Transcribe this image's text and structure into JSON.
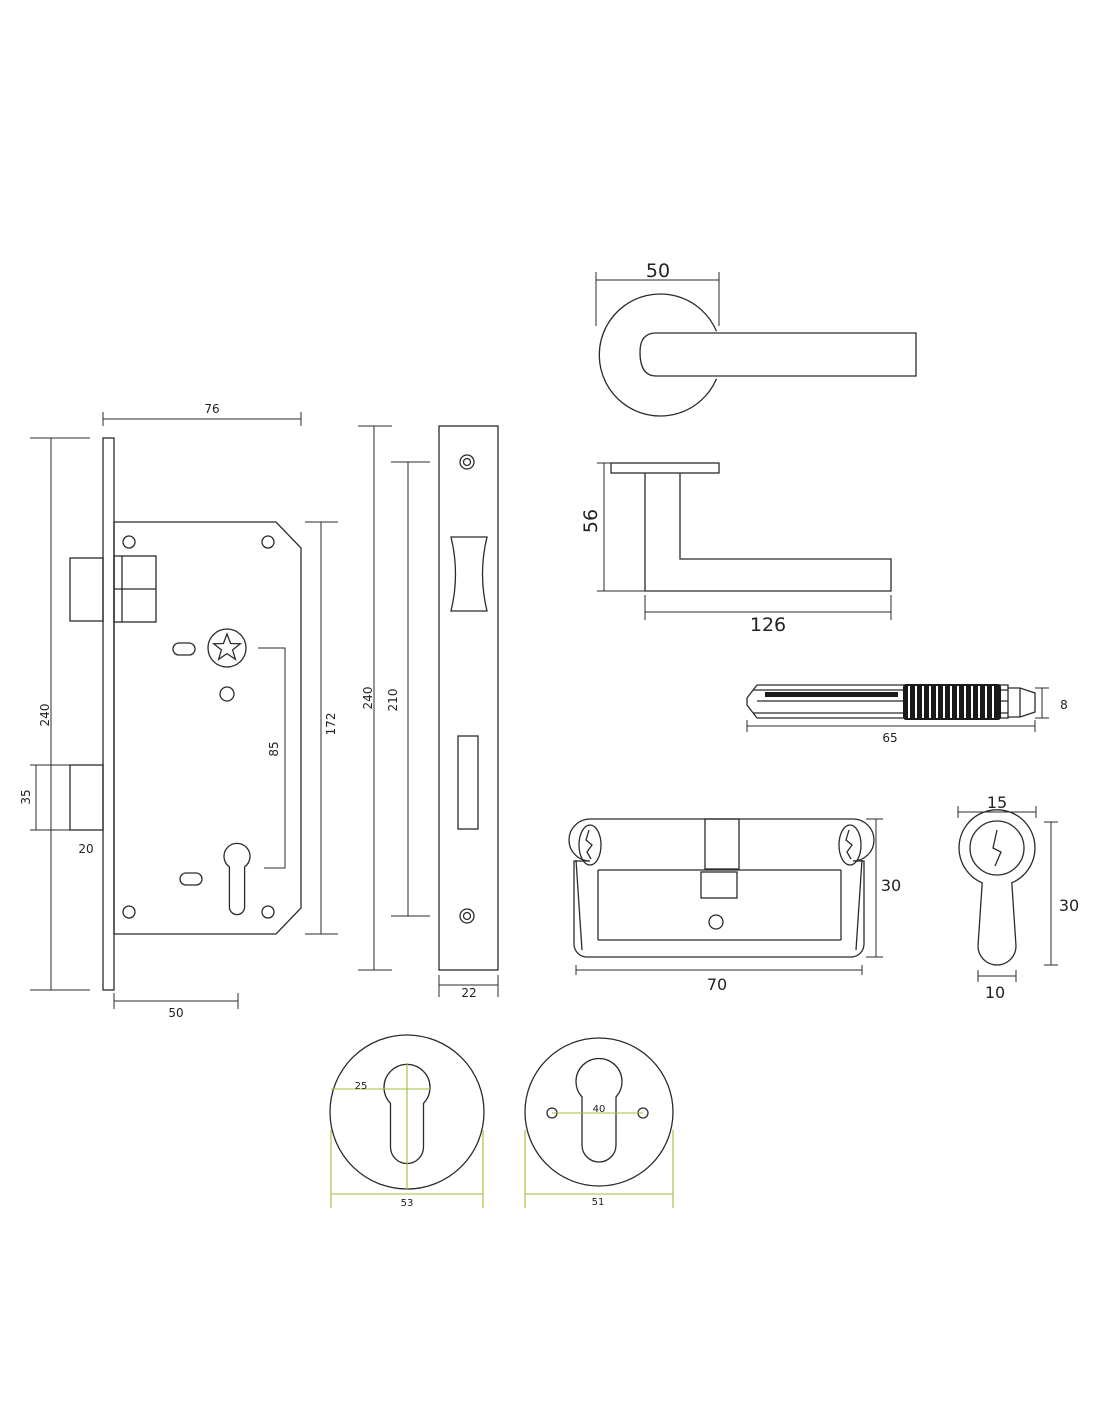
{
  "colors": {
    "line": "#2b2b2b",
    "accent": "#9fc03a",
    "background": "#ffffff"
  },
  "mortise_lock": {
    "width_76": "76",
    "height_240": "240",
    "case_172": "172",
    "centres_85": "85",
    "latch_35": "35",
    "latch_20": "20",
    "backset_50": "50"
  },
  "faceplate": {
    "height_240": "240",
    "fixing_210": "210",
    "width_22": "22"
  },
  "lever_handle": {
    "rose_50": "50",
    "projection_56": "56",
    "length_126": "126"
  },
  "spindle": {
    "length_65": "65",
    "size_8": "8"
  },
  "euro_cylinder": {
    "length_70": "70",
    "height_30": "30"
  },
  "cylinder_profile": {
    "diameter_15": "15",
    "height_30": "30",
    "width_10": "10"
  },
  "escutcheon_a": {
    "offset_25": "25",
    "diameter_53": "53"
  },
  "escutcheon_b": {
    "centres_40": "40",
    "diameter_51": "51"
  }
}
